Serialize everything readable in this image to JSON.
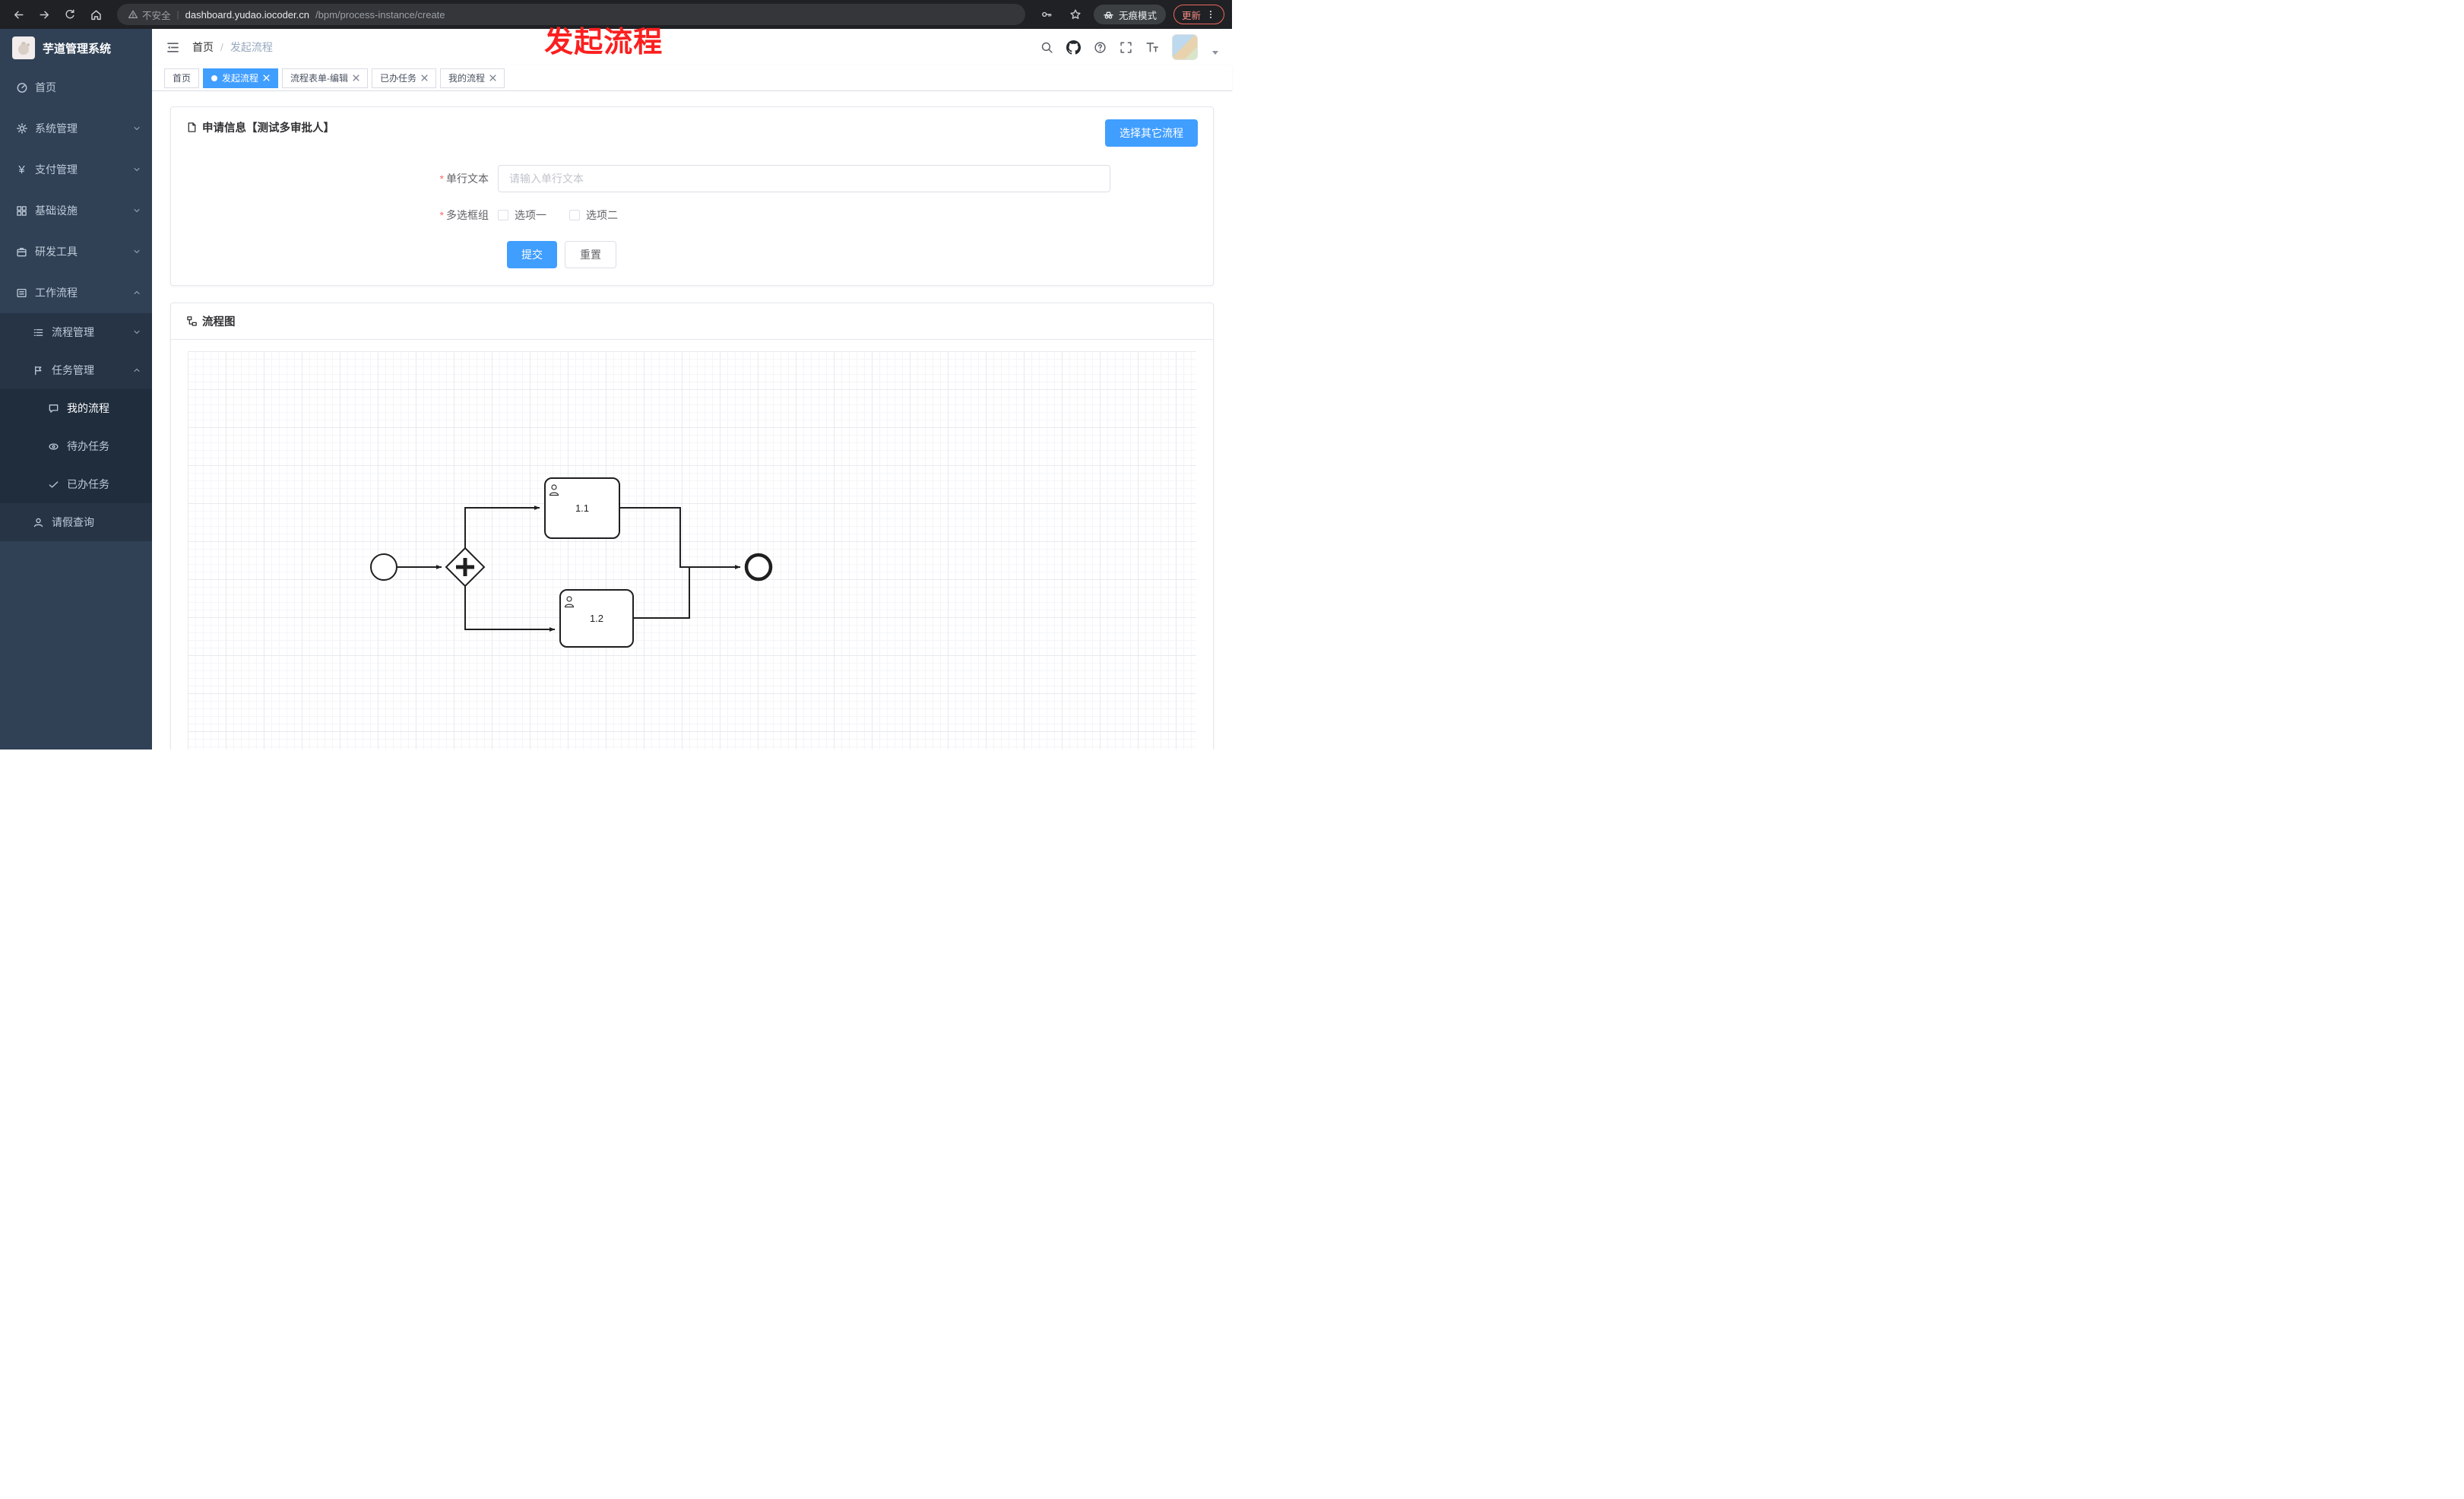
{
  "browser": {
    "security_label": "不安全",
    "url_host": "dashboard.yudao.iocoder.cn",
    "url_path": "/bpm/process-instance/create",
    "incognito_label": "无痕模式",
    "update_label": "更新"
  },
  "annotation": {
    "text": "发起流程"
  },
  "sidebar": {
    "logo_title": "芋道管理系统",
    "items": [
      {
        "label": "首页"
      },
      {
        "label": "系统管理"
      },
      {
        "label": "支付管理"
      },
      {
        "label": "基础设施"
      },
      {
        "label": "研发工具"
      },
      {
        "label": "工作流程"
      },
      {
        "label": "流程管理"
      },
      {
        "label": "任务管理"
      },
      {
        "label": "我的流程"
      },
      {
        "label": "待办任务"
      },
      {
        "label": "已办任务"
      },
      {
        "label": "请假查询"
      }
    ]
  },
  "header": {
    "breadcrumb_home": "首页",
    "breadcrumb_current": "发起流程"
  },
  "tabs": [
    {
      "label": "首页"
    },
    {
      "label": "发起流程"
    },
    {
      "label": "流程表单-编辑"
    },
    {
      "label": "已办任务"
    },
    {
      "label": "我的流程"
    }
  ],
  "form_card": {
    "title": "申请信息【测试多审批人】",
    "choose_other_button": "选择其它流程",
    "text_label": "单行文本",
    "text_placeholder": "请输入单行文本",
    "checkbox_label": "多选框组",
    "option1": "选项一",
    "option2": "选项二",
    "submit_label": "提交",
    "reset_label": "重置"
  },
  "diagram_card": {
    "title": "流程图",
    "task1": "1.1",
    "task2": "1.2"
  },
  "colors": {
    "accent": "#409eff",
    "sidebar_bg": "#304156",
    "annotation_red": "#fb1f1f",
    "required_red": "#f56c6c"
  }
}
